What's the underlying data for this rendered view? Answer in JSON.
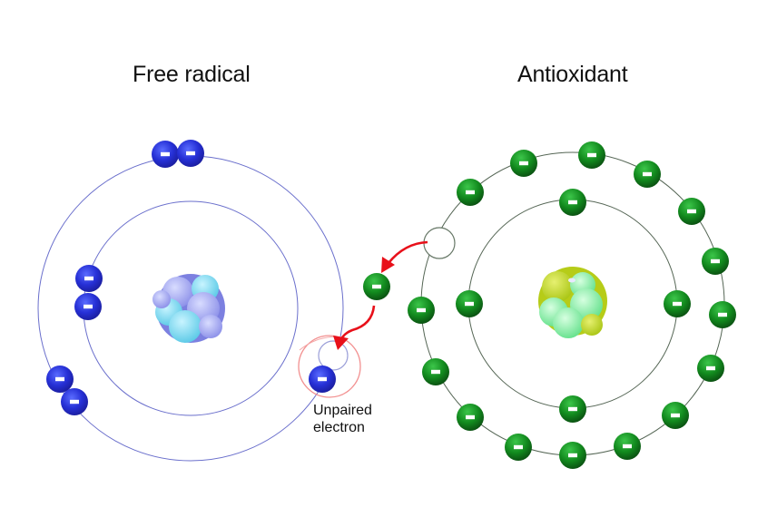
{
  "titles": {
    "left": "Free radical",
    "right": "Antioxidant"
  },
  "labels": {
    "unpaired_line1": "Unpaired",
    "unpaired_line2": "electron"
  },
  "electron_symbol": "-",
  "colors": {
    "free_radical_electron": "#2a2fd0",
    "antioxidant_electron": "#138a1f",
    "free_radical_orbit": "#5a5fc8",
    "antioxidant_orbit": "#556655",
    "arrow": "#e8101a",
    "highlight_ring": "#f08080"
  },
  "free_radical": {
    "inner_shell_electrons": 2,
    "outer_shell_electrons": 5,
    "unpaired_electrons": 1
  },
  "antioxidant": {
    "inner_shell_electrons": 4,
    "outer_shell_electrons": 16,
    "donated_electrons": 1
  }
}
